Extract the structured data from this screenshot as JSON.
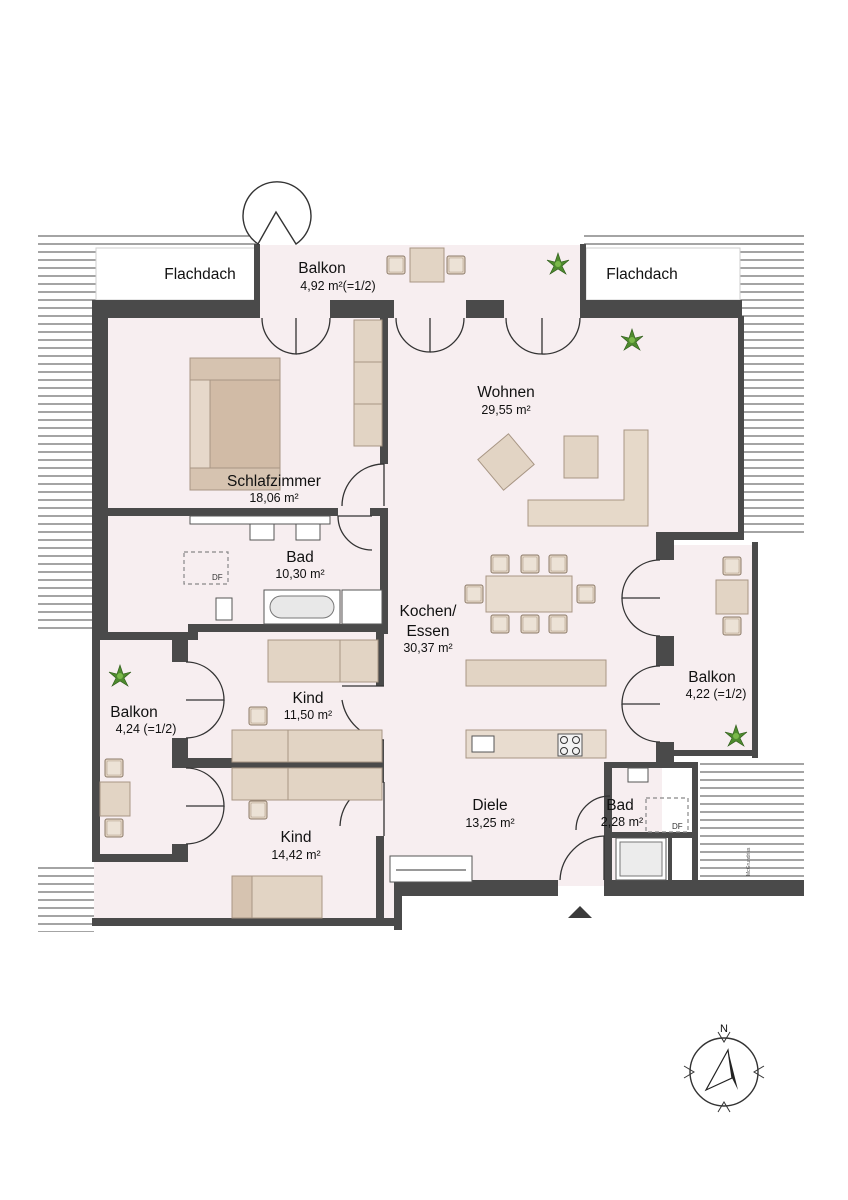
{
  "rooms": {
    "flachdach_left": {
      "name": "Flachdach"
    },
    "flachdach_right": {
      "name": "Flachdach"
    },
    "balkon_top": {
      "name": "Balkon",
      "area": "4,92 m²(=1/2)"
    },
    "wohnen": {
      "name": "Wohnen",
      "area": "29,55 m²"
    },
    "schlafzimmer": {
      "name": "Schlafzimmer",
      "area": "18,06 m²"
    },
    "bad_main": {
      "name": "Bad",
      "area": "10,30 m²"
    },
    "kochen_essen": {
      "name_line1": "Kochen/",
      "name_line2": "Essen",
      "area": "30,37 m²"
    },
    "balkon_right": {
      "name": "Balkon",
      "area": "4,22  (=1/2)"
    },
    "balkon_left": {
      "name": "Balkon",
      "area": "4,24   (=1/2)"
    },
    "kind_upper": {
      "name": "Kind",
      "area": "11,50 m²"
    },
    "kind_lower": {
      "name": "Kind",
      "area": "14,42 m²"
    },
    "diele": {
      "name": "Diele",
      "area": "13,25 m²"
    },
    "bad_small": {
      "name": "Bad",
      "area": "2,28 m²"
    }
  },
  "fixtures": {
    "df_main": "DF",
    "df_small": "DF"
  },
  "compass": {
    "label": "N"
  },
  "credit": "McGrundriss",
  "colors": {
    "wall": "#4a4a4a",
    "floor": "#f7eef0",
    "furniture": "#e2d4c4",
    "furniture_stroke": "#a89684",
    "roof_lines": "#555555",
    "plant": "#4e8a2e"
  },
  "icons": [
    "compass-icon",
    "entrance-arrow-icon",
    "plant-icon"
  ]
}
